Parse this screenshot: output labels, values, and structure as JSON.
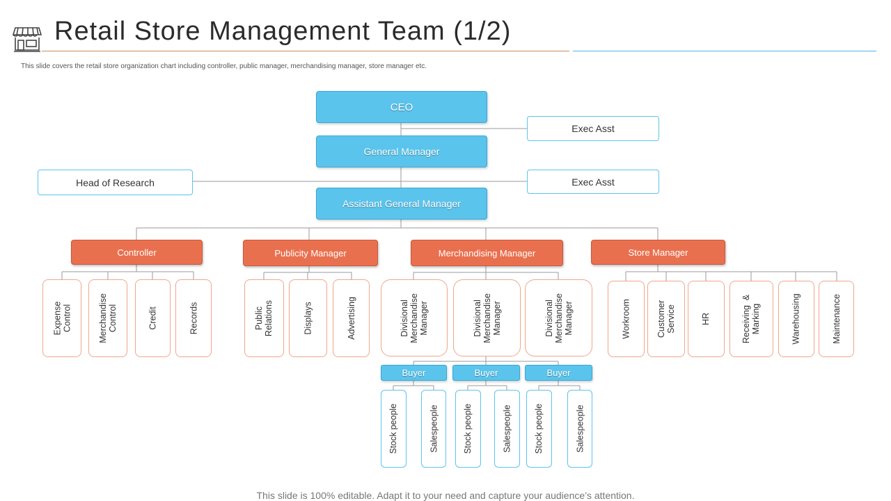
{
  "header": {
    "title": "Retail Store Management Team (1/2)",
    "subtitle": "This slide covers the retail store organization chart including  controller, public manager,  merchandising manager,  store manager etc.",
    "icon": "store-icon",
    "accent_colors": {
      "orange": "#e9704f",
      "blue": "#5bc4ec"
    }
  },
  "chart": {
    "ceo": "CEO",
    "exec_asst_1": "Exec Asst",
    "general_manager": "General Manager",
    "head_of_research": "Head of Research",
    "exec_asst_2": "Exec Asst",
    "assistant_general_manager": "Assistant General Manager",
    "departments": {
      "controller": {
        "label": "Controller",
        "items": [
          "Expense\nControl",
          "Merchandise\nControl",
          "Credit",
          "Records"
        ]
      },
      "publicity": {
        "label": "Publicity Manager",
        "items": [
          "Public\nRelations",
          "Displays",
          "Advertising"
        ]
      },
      "merchandising": {
        "label": "Merchandising Manager",
        "items": [
          "Divisional\nMerchandise\nManager",
          "Divisional\nMerchandise\nManager",
          "Divisional\nMerchandise\nManager"
        ],
        "buyers": [
          "Buyer",
          "Buyer",
          "Buyer"
        ],
        "staff": [
          "Stock people",
          "Salespeople",
          "Stock people",
          "Salespeople",
          "Stock people",
          "Salespeople"
        ]
      },
      "store": {
        "label": "Store Manager",
        "items": [
          "Workroom",
          "Customer\nService",
          "HR",
          "Receiving  &\nMarking",
          "Warehousing",
          "Maintenance"
        ]
      }
    }
  },
  "footer": "This slide is 100% editable. Adapt it to your need and capture your audience’s attention."
}
